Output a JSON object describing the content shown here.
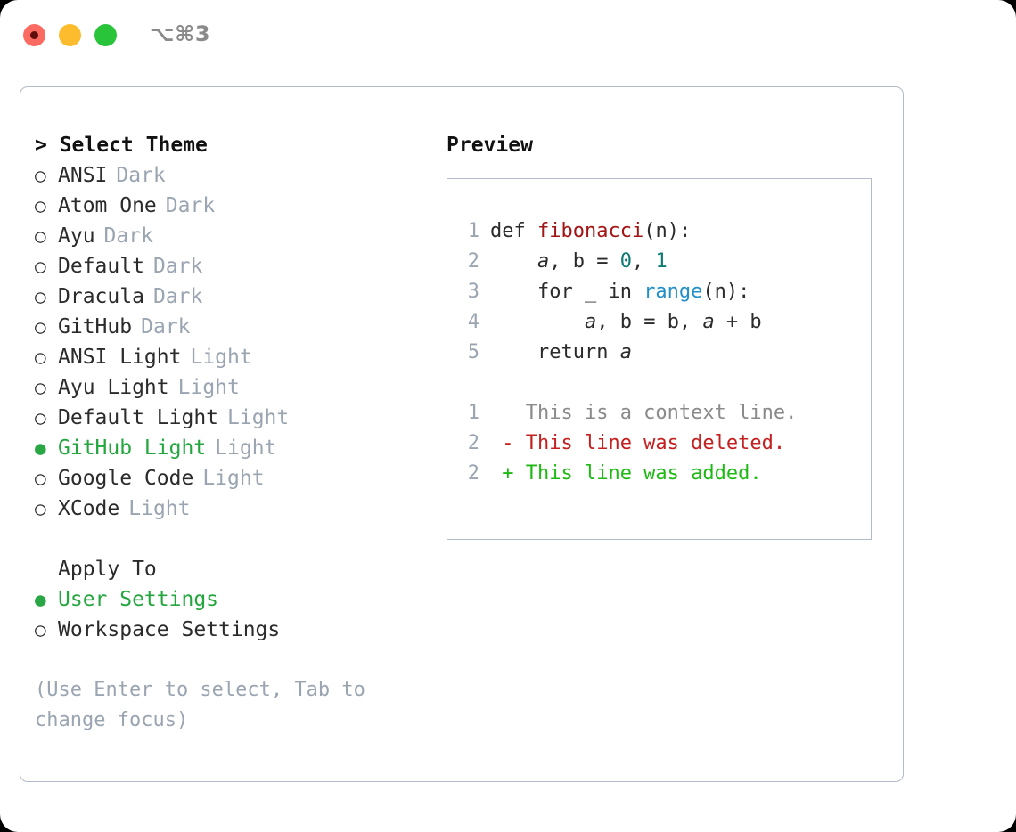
{
  "titlebar": {
    "shortcut": "⌥⌘3",
    "buttons": [
      "close",
      "minimize",
      "maximize"
    ]
  },
  "theme_picker": {
    "header": "> Select Theme",
    "items": [
      {
        "label": "ANSI",
        "category": "Dark",
        "selected": false
      },
      {
        "label": "Atom One",
        "category": "Dark",
        "selected": false
      },
      {
        "label": "Ayu",
        "category": "Dark",
        "selected": false
      },
      {
        "label": "Default",
        "category": "Dark",
        "selected": false
      },
      {
        "label": "Dracula",
        "category": "Dark",
        "selected": false
      },
      {
        "label": "GitHub",
        "category": "Dark",
        "selected": false
      },
      {
        "label": "ANSI Light",
        "category": "Light",
        "selected": false
      },
      {
        "label": "Ayu Light",
        "category": "Light",
        "selected": false
      },
      {
        "label": "Default Light",
        "category": "Light",
        "selected": false
      },
      {
        "label": "GitHub Light",
        "category": "Light",
        "selected": true
      },
      {
        "label": "Google Code",
        "category": "Light",
        "selected": false
      },
      {
        "label": "XCode",
        "category": "Light",
        "selected": false
      }
    ],
    "bullet_selected": "●",
    "bullet_unselected": "○"
  },
  "apply_to": {
    "header": "Apply To",
    "items": [
      {
        "label": "User Settings",
        "selected": true
      },
      {
        "label": "Workspace Settings",
        "selected": false
      }
    ]
  },
  "hint": "(Use Enter to select, Tab to change focus)",
  "preview": {
    "title": "Preview",
    "code": [
      {
        "lineno": "1",
        "segments": [
          {
            "text": "def ",
            "kind": "plain"
          },
          {
            "text": "fibonacci",
            "kind": "func"
          },
          {
            "text": "(n):",
            "kind": "plain"
          }
        ]
      },
      {
        "lineno": "2",
        "segments": [
          {
            "text": "    ",
            "kind": "plain"
          },
          {
            "text": "a",
            "kind": "var"
          },
          {
            "text": ", b = ",
            "kind": "plain"
          },
          {
            "text": "0",
            "kind": "num"
          },
          {
            "text": ", ",
            "kind": "plain"
          },
          {
            "text": "1",
            "kind": "num"
          }
        ]
      },
      {
        "lineno": "3",
        "segments": [
          {
            "text": "    for _ in ",
            "kind": "plain"
          },
          {
            "text": "range",
            "kind": "builtin"
          },
          {
            "text": "(n):",
            "kind": "plain"
          }
        ]
      },
      {
        "lineno": "4",
        "segments": [
          {
            "text": "        ",
            "kind": "plain"
          },
          {
            "text": "a",
            "kind": "var"
          },
          {
            "text": ", b = b, ",
            "kind": "plain"
          },
          {
            "text": "a",
            "kind": "var"
          },
          {
            "text": " + b",
            "kind": "plain"
          }
        ]
      },
      {
        "lineno": "5",
        "segments": [
          {
            "text": "    return ",
            "kind": "plain"
          },
          {
            "text": "a",
            "kind": "var"
          }
        ]
      }
    ],
    "diff": [
      {
        "lineno": "1",
        "marker": " ",
        "text": "This is a context line.",
        "kind": "context"
      },
      {
        "lineno": "2",
        "marker": "-",
        "text": "This line was deleted.",
        "kind": "deleted"
      },
      {
        "lineno": "2",
        "marker": "+",
        "text": "This line was added.",
        "kind": "added"
      }
    ]
  },
  "colors": {
    "accent_green": "#22a63d",
    "muted": "#9aa5b1",
    "border": "#b3bcc8",
    "diff_deleted": "#c42020",
    "diff_added": "#1dba14",
    "syntax_function": "#a31414",
    "syntax_number": "#0f7b72",
    "syntax_builtin": "#2391c7"
  }
}
